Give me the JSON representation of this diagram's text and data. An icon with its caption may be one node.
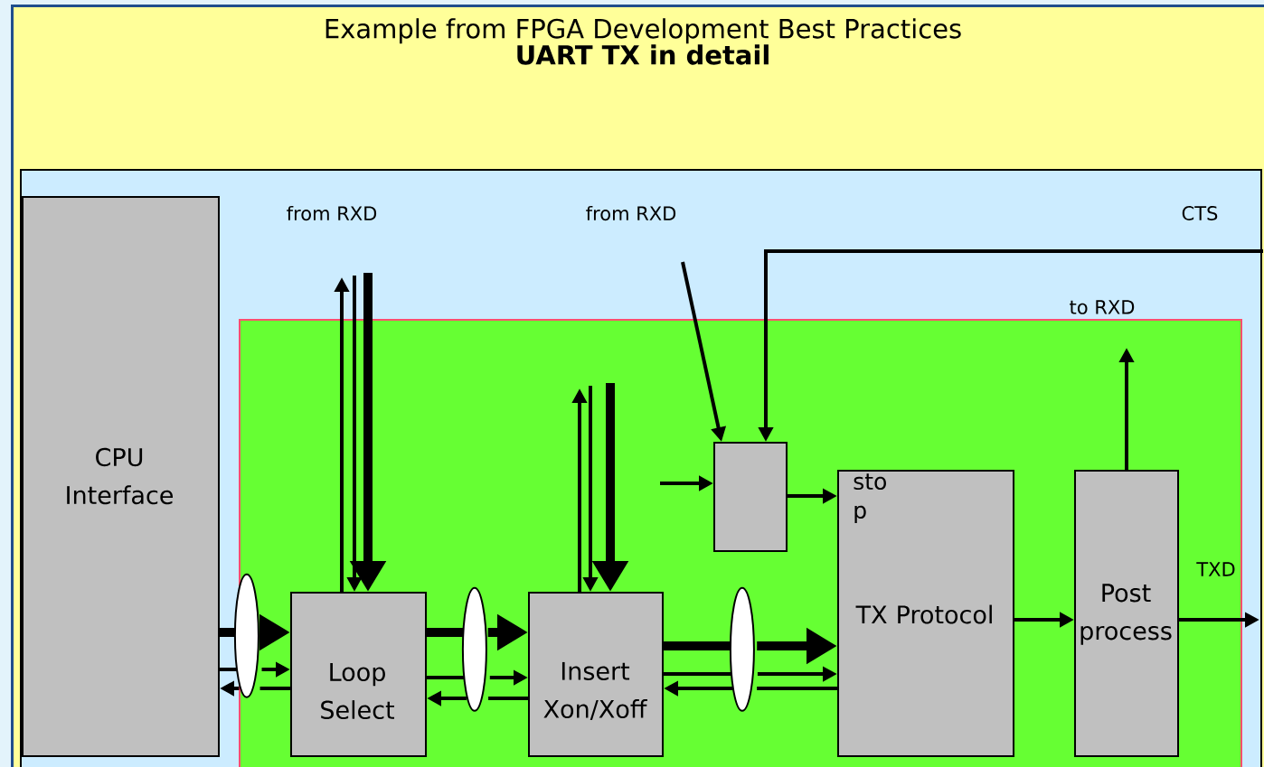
{
  "diagram": {
    "nodes": [
      {
        "text": [
          "Example from FPGA Development Best Practices",
          "UART TX in detail"
        ]
      },
      {
        "text": [],
        "shape": "box",
        "in": 0
      },
      {
        "text": [],
        "shape": "box",
        "in": 1
      },
      {
        "text": [
          "CPU Interface"
        ],
        "in": 1
      },
      {
        "text": [
          "Loop Select"
        ],
        "in": 2
      },
      {
        "text": [
          "Insert Xon/Xoff"
        ],
        "in": 2
      },
      {
        "text": [],
        "shape": "box",
        "in": 2
      },
      {
        "text": [
          "sto p",
          "TX Protocol"
        ],
        "in": 2
      },
      {
        "text": [
          "Post process"
        ],
        "in": 2
      },
      {
        "text": [],
        "shape": "ellipse",
        "in": 2
      },
      {
        "text": [],
        "shape": "ellipse",
        "in": 2
      },
      {
        "text": [],
        "shape": "ellipse",
        "in": 2
      }
    ],
    "edges": [
      {
        "from": 3,
        "to": 9,
        "arrow": "none",
        "style": "thick"
      },
      {
        "from": 9,
        "to": 4,
        "arrow": "to",
        "style": "thick"
      },
      {
        "from": 3,
        "to": 9,
        "arrow": "none"
      },
      {
        "from": 9,
        "to": 4,
        "arrow": "to"
      },
      {
        "from": 4,
        "to": 9,
        "arrow": "none"
      },
      {
        "from": 9,
        "to": 3,
        "arrow": "to"
      },
      {
        "from": 4,
        "to": 10,
        "arrow": "none",
        "style": "thick"
      },
      {
        "from": 10,
        "to": 5,
        "arrow": "to",
        "style": "thick"
      },
      {
        "from": 4,
        "to": 10,
        "arrow": "none"
      },
      {
        "from": 10,
        "to": 5,
        "arrow": "to"
      },
      {
        "from": 5,
        "to": 10,
        "arrow": "none"
      },
      {
        "from": 10,
        "to": 4,
        "arrow": "to"
      },
      {
        "from": 5,
        "to": 11,
        "arrow": "none",
        "style": "thick"
      },
      {
        "from": 11,
        "to": 7,
        "arrow": "to",
        "style": "thick"
      },
      {
        "from": 5,
        "to": 11,
        "arrow": "none"
      },
      {
        "from": 11,
        "to": 7,
        "arrow": "to"
      },
      {
        "from": 7,
        "to": 11,
        "arrow": "none"
      },
      {
        "from": 11,
        "to": 5,
        "arrow": "to"
      },
      {
        "from": 4,
        "to": null,
        "arrow": "to"
      },
      {
        "from": null,
        "to": 4,
        "arrow": "to"
      },
      {
        "from": null,
        "to": 4,
        "arrow": "to",
        "style": "thick"
      },
      {
        "from": 5,
        "to": null,
        "arrow": "to"
      },
      {
        "from": null,
        "to": 5,
        "arrow": "to"
      },
      {
        "from": null,
        "to": 5,
        "arrow": "to",
        "style": "thick"
      },
      {
        "from": null,
        "to": 6,
        "arrow": "to"
      },
      {
        "from": null,
        "to": 6,
        "arrow": "to"
      },
      {
        "from": null,
        "to": 6,
        "arrow": "to"
      },
      {
        "from": 6,
        "to": 7,
        "arrow": "to"
      },
      {
        "from": 7,
        "to": 8,
        "arrow": "to"
      },
      {
        "from": 8,
        "to": null,
        "arrow": "to"
      },
      {
        "from": 8,
        "to": null,
        "arrow": "to"
      }
    ],
    "labels": [
      "from RXD",
      "from RXD",
      "CTS",
      "to RXD",
      "TXD"
    ]
  }
}
